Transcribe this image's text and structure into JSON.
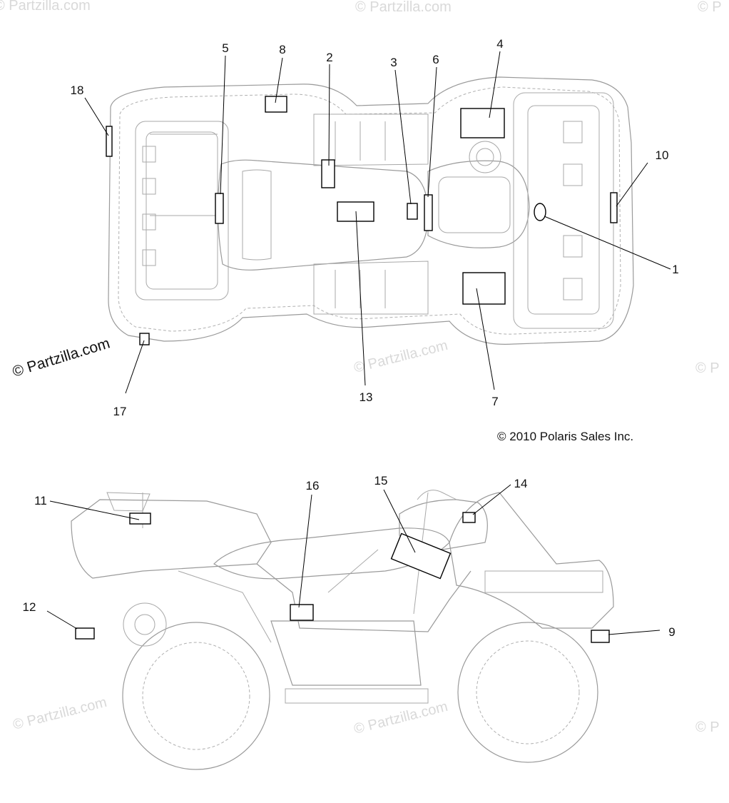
{
  "copyright": "© 2010 Polaris Sales Inc.",
  "watermark": "© Partzilla.com",
  "watermark_short": "© Partzilla.com",
  "watermark_edge": "© P",
  "top_view_callouts": {
    "c1": "1",
    "c2": "2",
    "c3": "3",
    "c4": "4",
    "c5": "5",
    "c6": "6",
    "c7": "7",
    "c8": "8",
    "c10": "10",
    "c13": "13",
    "c17": "17",
    "c18": "18"
  },
  "side_view_callouts": {
    "c9": "9",
    "c11": "11",
    "c12": "12",
    "c14": "14",
    "c15": "15",
    "c16": "16"
  }
}
